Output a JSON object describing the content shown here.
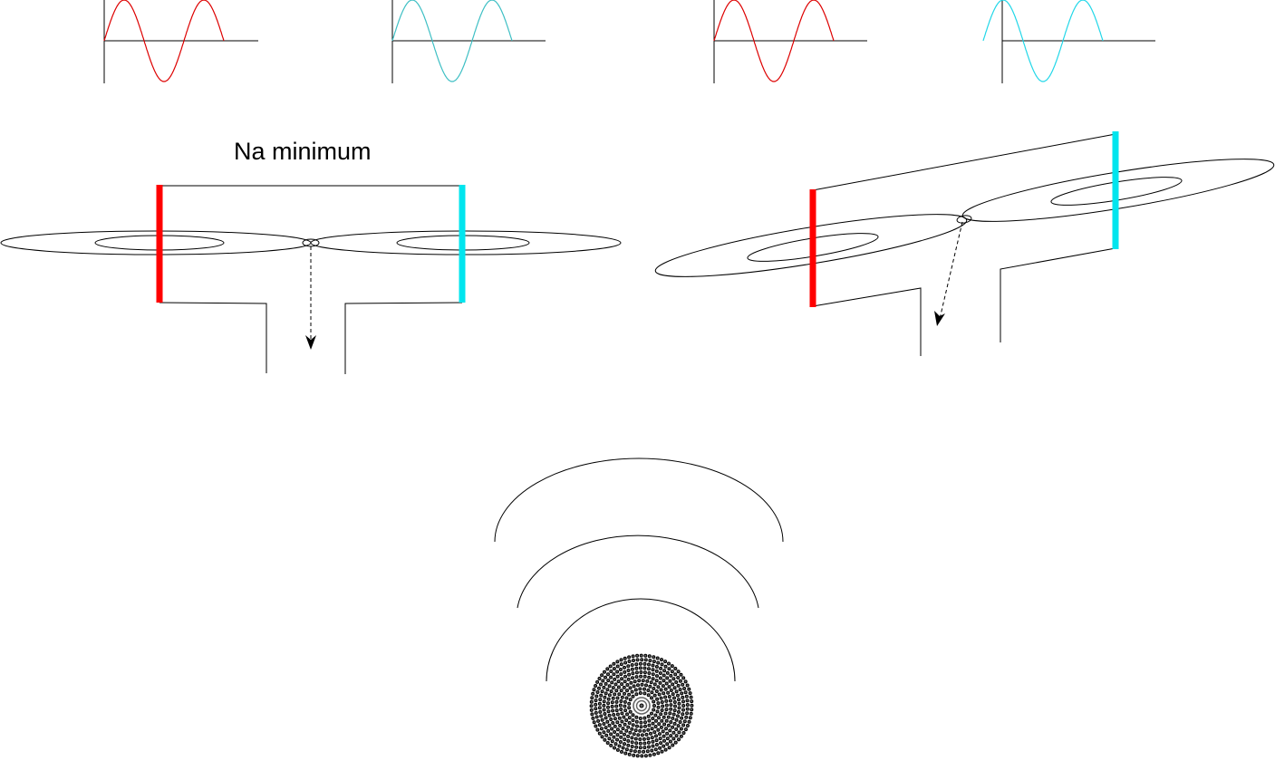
{
  "caption": "Na minimum",
  "colors": {
    "red": "#ff0000",
    "cyan": "#00e5ee",
    "teal": "#3ebfc4",
    "wave_red": "#dd0000",
    "wave_cyan": "#22d7e8",
    "line": "#000000",
    "dots": "#666666"
  },
  "waves": [
    {
      "name": "wave-red-1",
      "color": "wave_red",
      "phase": "sine"
    },
    {
      "name": "wave-teal-1",
      "color": "teal",
      "phase": "sine"
    },
    {
      "name": "wave-red-2",
      "color": "wave_red",
      "phase": "sine"
    },
    {
      "name": "wave-cyan-2",
      "color": "wave_cyan",
      "phase": "shifted"
    }
  ],
  "panels": [
    {
      "name": "flat-view",
      "view": "front"
    },
    {
      "name": "tilted-view",
      "view": "perspective"
    }
  ],
  "source": {
    "name": "sound-source",
    "arcs": 3
  }
}
